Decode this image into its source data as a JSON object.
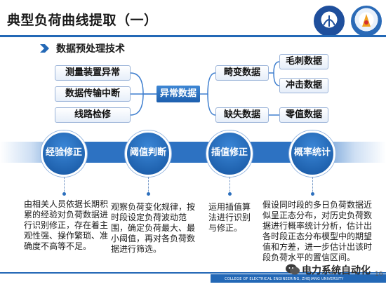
{
  "header": {
    "title": "典型负荷曲线提取（一）"
  },
  "section": {
    "title": "数据预处理技术"
  },
  "diagram": {
    "causes": [
      "测量装置异常",
      "数据传输中断",
      "线路检修"
    ],
    "center": "异常数据",
    "types": [
      "畸变数据",
      "缺失数据"
    ],
    "leaves": [
      "毛刺数据",
      "冲击数据",
      "零值数据"
    ]
  },
  "methods": [
    {
      "label": "经验修正",
      "desc": "由相关人员依据长期积累的经验对负荷数据进行识别修正，存在着主观性强、操作繁琐、准确度不高等不足。"
    },
    {
      "label": "阈值判断",
      "desc": "观察负荷变化规律，按时段设定负荷波动范围，确定负荷最大、最小阈值，再对各负荷数据进行筛选。"
    },
    {
      "label": "插值修正",
      "desc": "运用插值算法进行识别与修正。"
    },
    {
      "label": "概率统计",
      "desc": "假设同时段的多日负荷数据近似呈正态分布，对历史负荷数据进行概率统计分析，估计出各时段正态分布模型中的期望值和方差，进一步估计出该时段负荷水平的置信区间。"
    }
  ],
  "footer": {
    "watermark": "电力系统自动化",
    "subtitle": "COLLEGE OF ELECTRICAL ENGINEERING, ZHEJIANG UNIVERSITY",
    "page_number": "16"
  },
  "colors": {
    "accent": "#2368b6",
    "band": "#2d72c2"
  }
}
